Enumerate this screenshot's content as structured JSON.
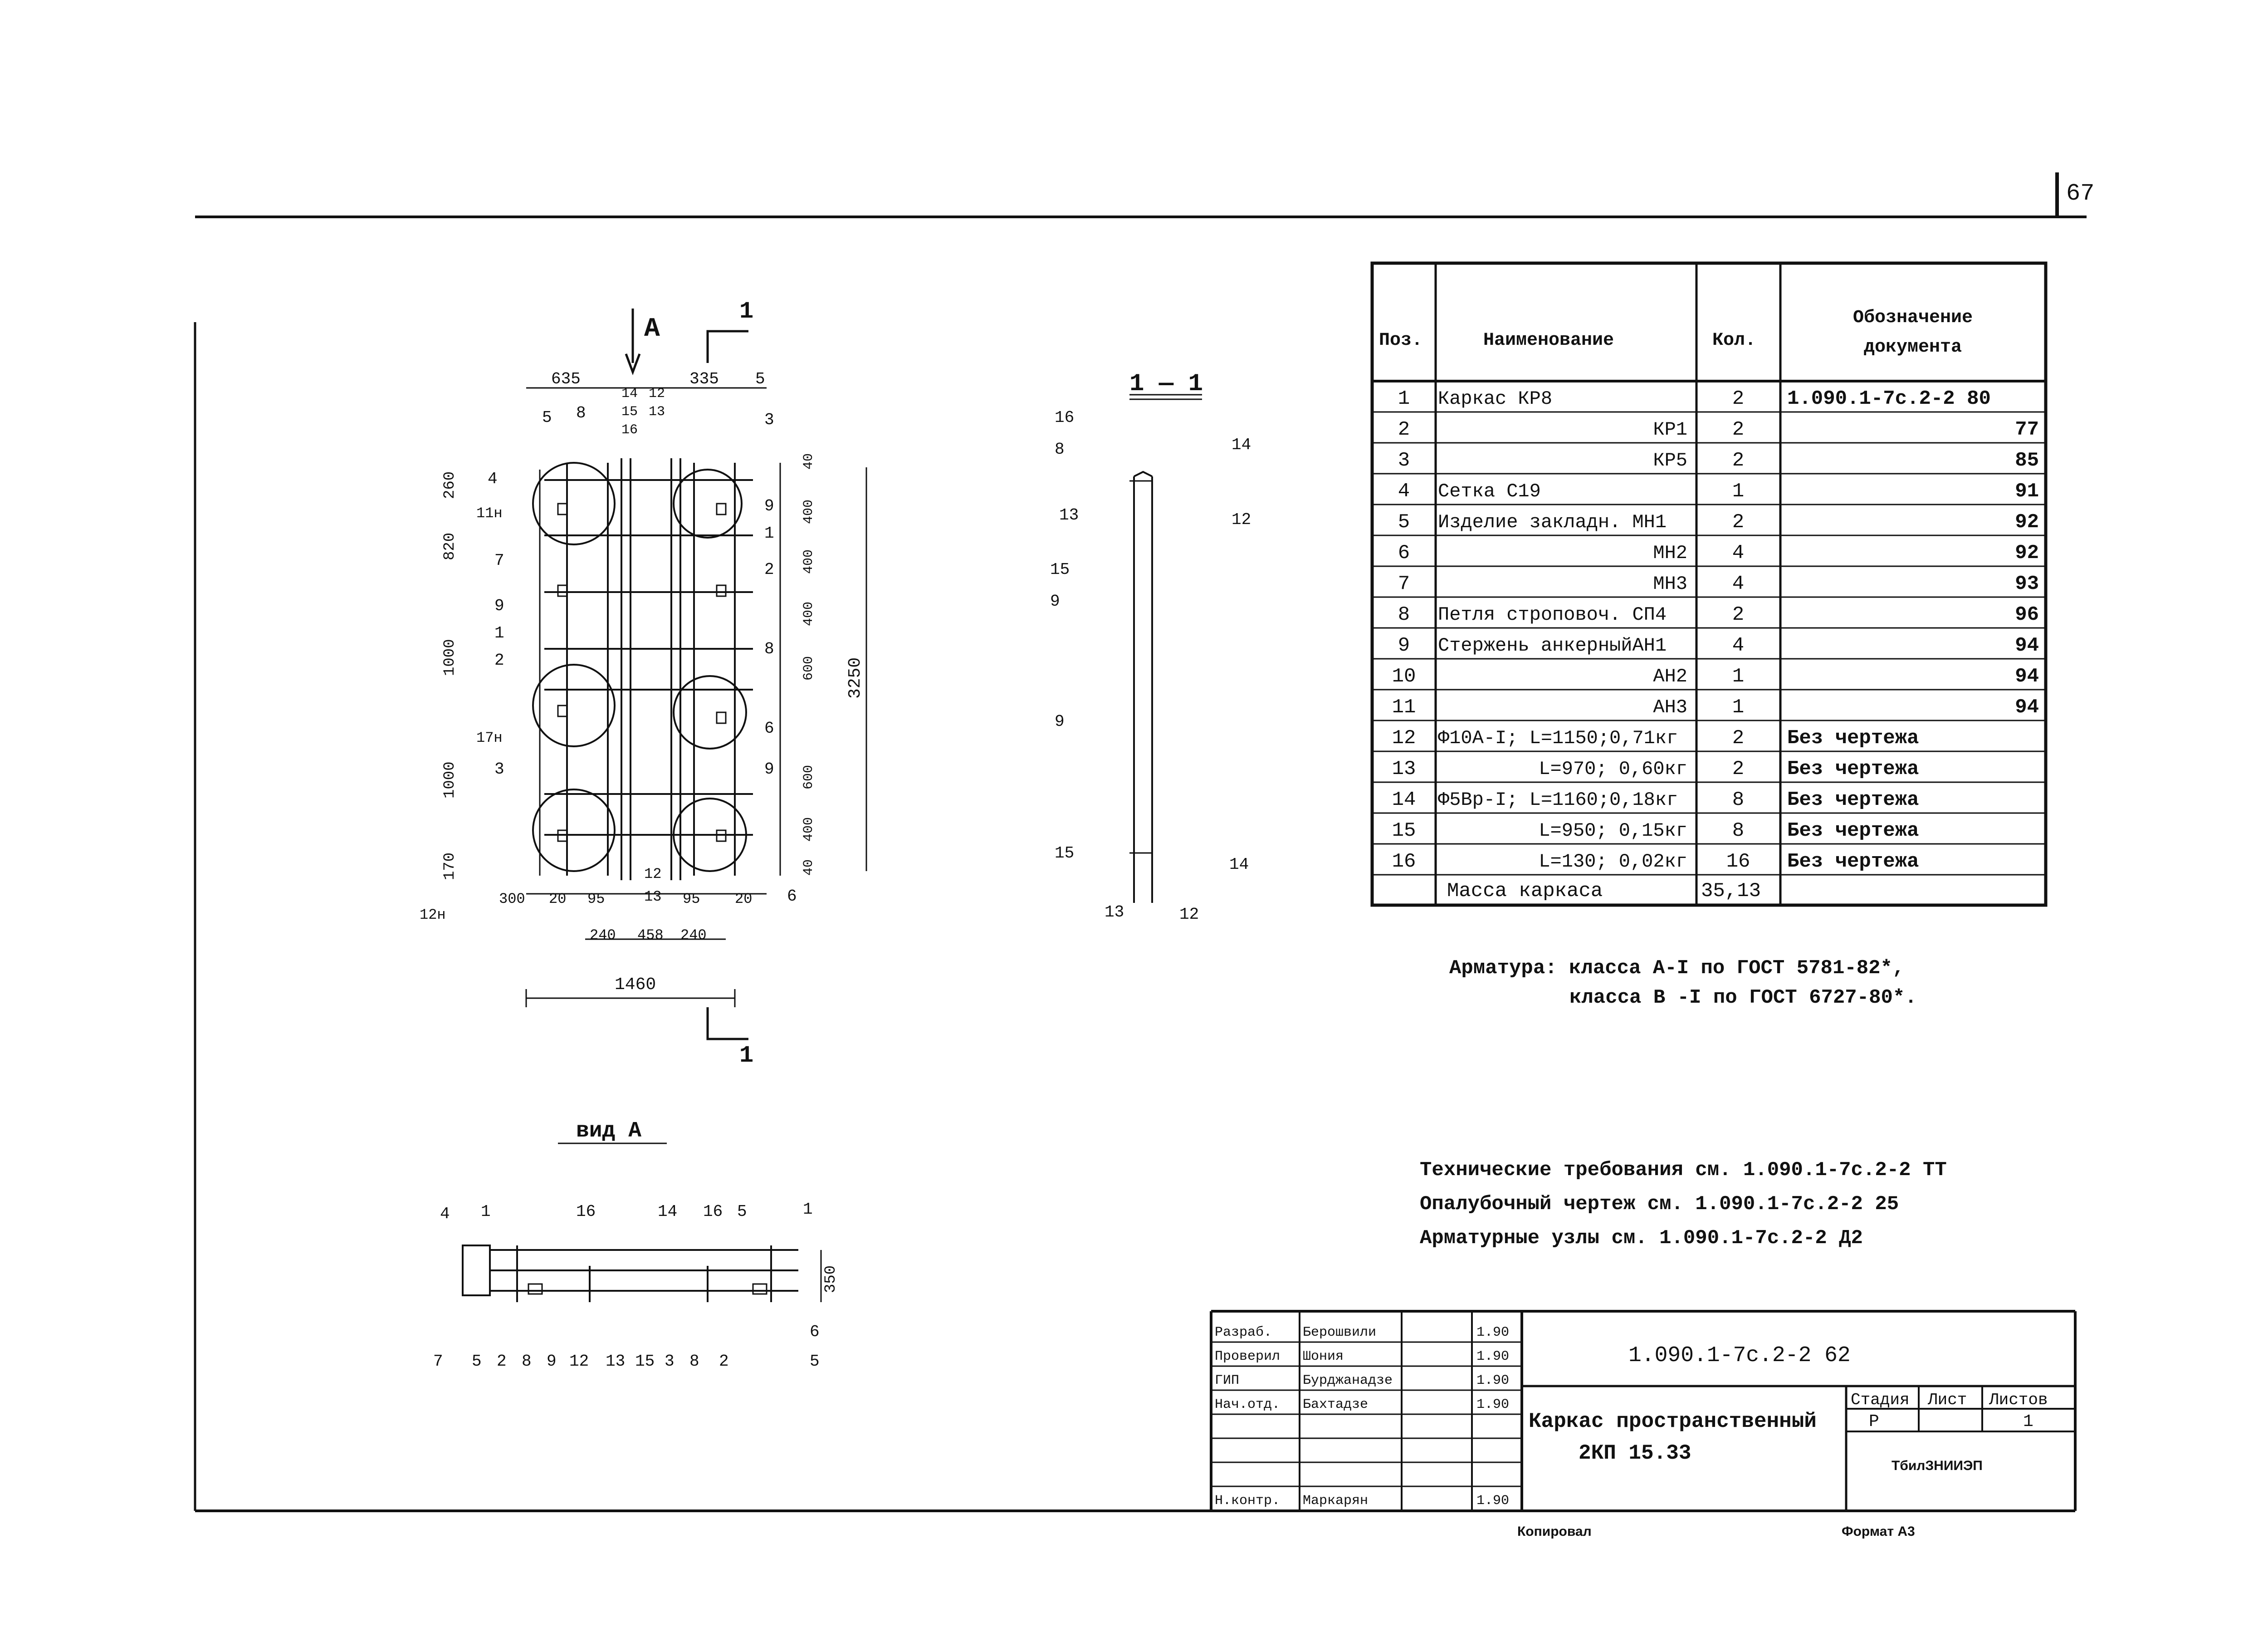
{
  "page_number": "67",
  "main_view": {
    "section_marker": "А",
    "cut_marker": "1",
    "dims_top": [
      "635",
      "335"
    ],
    "dims_left": [
      "260",
      "820",
      "1000",
      "1000",
      "170"
    ],
    "dims_right": [
      "40",
      "400",
      "400",
      "400",
      "600",
      "600",
      "400",
      "40"
    ],
    "overall_height": "3250",
    "dims_bottom": [
      "300",
      "20",
      "95",
      "95",
      "20"
    ],
    "dims_bottom2": [
      "240",
      "458",
      "240"
    ],
    "overall_width": "1460",
    "callouts": [
      "5",
      "8",
      "14",
      "15",
      "16",
      "12",
      "13",
      "5",
      "3",
      "4",
      "11н",
      "7",
      "9",
      "1",
      "2",
      "17н",
      "3",
      "12н",
      "9",
      "1",
      "2",
      "8",
      "6",
      "9",
      "6",
      "12",
      "13"
    ]
  },
  "section_view": {
    "title": "1 — 1",
    "callouts": [
      "16",
      "8",
      "14",
      "13",
      "12",
      "15",
      "9",
      "9",
      "15",
      "14",
      "13",
      "12"
    ]
  },
  "view_a": {
    "title": "вид А",
    "dim": "350",
    "top_callouts": [
      "4",
      "1",
      "16",
      "14",
      "16",
      "5",
      "1"
    ],
    "bottom_callouts": [
      "7",
      "5",
      "2",
      "8",
      "9",
      "12",
      "13",
      "15",
      "3",
      "8",
      "2",
      "6",
      "5"
    ]
  },
  "spec_table": {
    "headers": [
      "Поз.",
      "Наименование",
      "Кол.",
      "Обозначение документа"
    ],
    "rows": [
      [
        "1",
        "Каркас КР8",
        "2",
        "1.090.1-7с.2-2 80"
      ],
      [
        "2",
        "КР1",
        "2",
        "77"
      ],
      [
        "3",
        "КР5",
        "2",
        "85"
      ],
      [
        "4",
        "Сетка С19",
        "1",
        "91"
      ],
      [
        "5",
        "Изделие закладн. МН1",
        "2",
        "92"
      ],
      [
        "6",
        "МН2",
        "4",
        "92"
      ],
      [
        "7",
        "МН3",
        "4",
        "93"
      ],
      [
        "8",
        "Петля строповоч. СП4",
        "2",
        "96"
      ],
      [
        "9",
        "Стержень анкерныйАН1",
        "4",
        "94"
      ],
      [
        "10",
        "АН2",
        "1",
        "94"
      ],
      [
        "11",
        "АН3",
        "1",
        "94"
      ],
      [
        "12",
        "Ф10А-I; L=1150;0,71кг",
        "2",
        "Без чертежа"
      ],
      [
        "13",
        "L=970; 0,60кг",
        "2",
        "Без чертежа"
      ],
      [
        "14",
        "Ф5Вр-I; L=1160;0,18кг",
        "8",
        "Без чертежа"
      ],
      [
        "15",
        "L=950; 0,15кг",
        "8",
        "Без чертежа"
      ],
      [
        "16",
        "L=130; 0,02кг",
        "16",
        "Без чертежа"
      ]
    ],
    "mass_label": "Масса каркаса",
    "mass_value": "35,13"
  },
  "notes": {
    "armature_1": "Арматура: класса  А-I по ГОСТ 5781-82*,",
    "armature_2": "класса  В -I по ГОСТ 6727-80*.",
    "ref_1": "Технические требования см. 1.090.1-7с.2-2 ТТ",
    "ref_2": "Опалубочный чертеж см. 1.090.1-7с.2-2 25",
    "ref_3": "Арматурные узлы см. 1.090.1-7с.2-2 Д2"
  },
  "title_block": {
    "roles": [
      "Разраб.",
      "Проверил",
      "ГИП",
      "Нач.отд.",
      "",
      "",
      "",
      "Н.контр."
    ],
    "names": [
      "Берошвили",
      "Шония",
      "Бурджанадзе",
      "Бахтадзе",
      "",
      "",
      "",
      "Маркарян"
    ],
    "dates": [
      "1.90",
      "1.90",
      "1.90",
      "1.90",
      "",
      "",
      "",
      "1.90"
    ],
    "doc_code": "1.090.1-7с.2-2 62",
    "item_name_1": "Каркас пространственный",
    "item_name_2": "2КП 15.33",
    "stage_label": "Стадия",
    "sheet_label": "Лист",
    "sheets_label": "Листов",
    "stage_value": "Р",
    "sheets_value": "1",
    "org": "ТбилЗНИИЭП"
  },
  "footer": {
    "copied": "Копировал",
    "format": "Формат А3"
  }
}
